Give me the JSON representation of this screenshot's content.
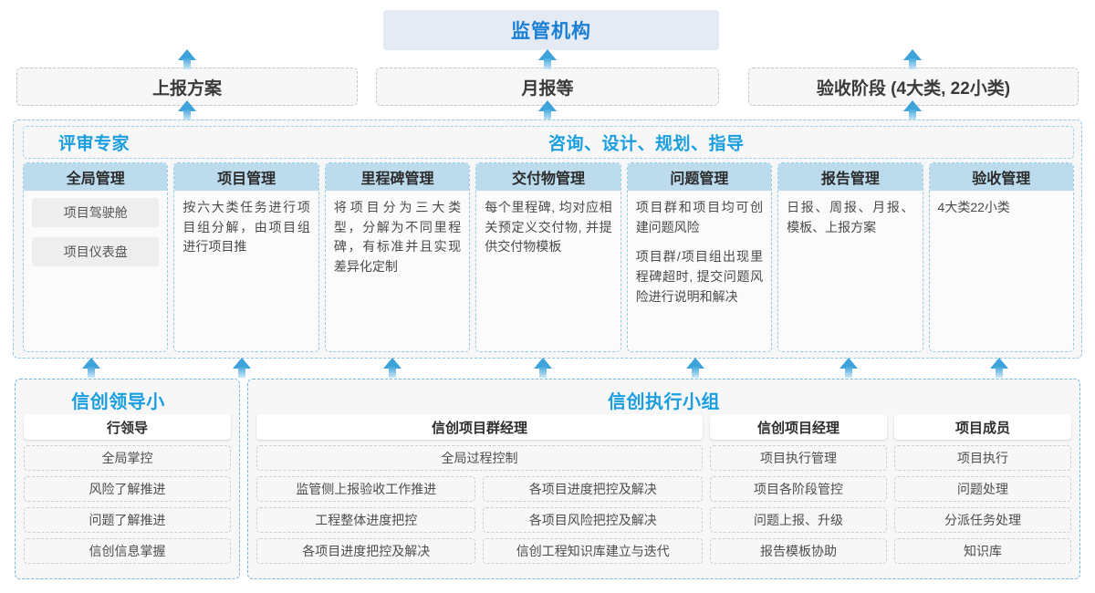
{
  "top": {
    "regulator": "监管机构",
    "reports": [
      "上报方案",
      "月报等",
      "验收阶段 (4大类, 22小类)"
    ]
  },
  "advisory": {
    "left_label": "评审专家",
    "right_label": "咨询、设计、规划、指导",
    "columns": [
      {
        "title": "全局管理",
        "paragraphs": [],
        "pills": [
          "项目驾驶舱",
          "项目仪表盘"
        ]
      },
      {
        "title": "项目管理",
        "paragraphs": [
          "按六大类任务进行项目组分解，由项目组进行项目推"
        ],
        "pills": []
      },
      {
        "title": "里程碑管理",
        "paragraphs": [
          "将项目分为三大类型，分解为不同里程碑，有标准并且实现差异化定制"
        ],
        "pills": []
      },
      {
        "title": "交付物管理",
        "paragraphs": [
          "每个里程碑, 均对应相关预定义交付物, 并提供交付物模板"
        ],
        "pills": []
      },
      {
        "title": "问题管理",
        "paragraphs": [
          "项目群和项目均可创建问题风险",
          "项目群/项目组出现里程碑超时, 提交问题风险进行说明和解决"
        ],
        "pills": []
      },
      {
        "title": "报告管理",
        "paragraphs": [
          "日报、周报、月报、模板、上报方案"
        ],
        "pills": []
      },
      {
        "title": "验收管理",
        "paragraphs": [
          "4大类22小类"
        ],
        "pills": []
      }
    ]
  },
  "bottom": {
    "leading_group": {
      "title": "信创领导小组",
      "roles": [
        {
          "head": "行领导",
          "rows": [
            [
              "全局掌控"
            ],
            [
              "风险了解推进"
            ],
            [
              "问题了解推进"
            ],
            [
              "信创信息掌握"
            ]
          ]
        }
      ]
    },
    "exec_group": {
      "title": "信创执行小组",
      "roles": [
        {
          "head": "信创项目群经理",
          "rows": [
            [
              "全局过程控制"
            ],
            [
              "监管侧上报验收工作推进",
              "各项目进度把控及解决"
            ],
            [
              "工程整体进度把控",
              "各项目风险把控及解决"
            ],
            [
              "各项目进度把控及解决",
              "信创工程知识库建立与迭代"
            ]
          ]
        },
        {
          "head": "信创项目经理",
          "rows": [
            [
              "项目执行管理"
            ],
            [
              "项目各阶段管控"
            ],
            [
              "问题上报、升级"
            ],
            [
              "报告模板协助"
            ]
          ]
        },
        {
          "head": "项目成员",
          "rows": [
            [
              "项目执行"
            ],
            [
              "问题处理"
            ],
            [
              "分派任务处理"
            ],
            [
              "知识库"
            ]
          ]
        }
      ]
    }
  },
  "colors": {
    "accent_blue": "#1a9ee0",
    "regulator_bg": "#e4ebf5",
    "col_head_bg": "#bcdcee",
    "arrow": "#3ea3da",
    "panel_bg": "#f7f7f7"
  },
  "arrows": {
    "top_row_x": [
      205,
      600,
      1000
    ],
    "mid_row_x": [
      100,
      265,
      430,
      595,
      762,
      930,
      1095
    ]
  }
}
